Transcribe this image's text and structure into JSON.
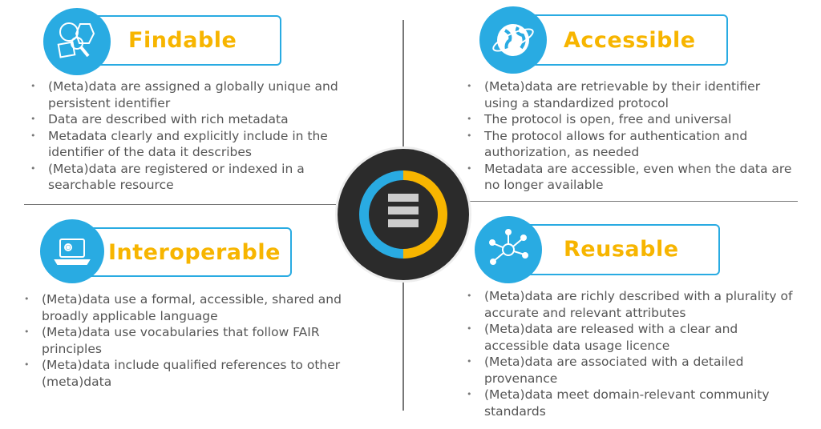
{
  "findable": {
    "title": "Findable",
    "icon": "magnify-shapes-icon",
    "items": [
      "(Meta)data are assigned a globally unique and persistent identifier",
      "Data are described with rich metadata",
      "Metadata clearly and explicitly include in the identifier of the data it describes",
      "(Meta)data are registered or indexed in a searchable resource"
    ]
  },
  "accessible": {
    "title": "Accessible",
    "icon": "globe-icon",
    "items": [
      "(Meta)data are retrievable by their identifier using a standardized protocol",
      "The protocol is open, free and universal",
      "The protocol allows for authentication and authorization, as needed",
      "Metadata are accessible, even when the data are no longer available"
    ]
  },
  "interoperable": {
    "title": "Interoperable",
    "icon": "laptop-icon",
    "items": [
      "(Meta)data use a formal, accessible, shared and broadly applicable language",
      "(Meta)data use vocabularies that follow FAIR principles",
      "(Meta)data include qualified references to other (meta)data"
    ]
  },
  "reusable": {
    "title": "Reusable",
    "icon": "network-icon",
    "items": [
      "(Meta)data are richly described with a plurality of accurate and relevant attributes",
      "(Meta)data are released with a clear and accessible data usage licence",
      "(Meta)data are associated with a detailed provenance",
      "(Meta)data meet domain-relevant community standards"
    ]
  },
  "colors": {
    "blue": "#29abe2",
    "yellow": "#f7b500",
    "dark": "#2b2b2b"
  }
}
